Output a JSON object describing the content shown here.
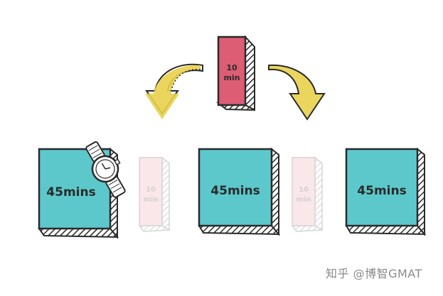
{
  "diagram": {
    "top_block_label_line1": "10",
    "top_block_label_line2": "min",
    "block_labels": [
      "45mins",
      "45mins",
      "45mins"
    ],
    "faded_block_labels_line1": [
      "10",
      "10"
    ],
    "faded_block_labels_line2": [
      "min",
      "min"
    ],
    "colors": {
      "teal": "#5cc8cc",
      "red": "#dc5d74",
      "faded_pink": "#f7dfe2",
      "arrow_yellow": "#e8d24a",
      "ink": "#2a2a2a"
    },
    "icons": [
      "wristwatch-icon",
      "arrow-left-curved-icon",
      "arrow-right-curved-icon"
    ]
  },
  "watermark": "知乎 @博智GMAT"
}
